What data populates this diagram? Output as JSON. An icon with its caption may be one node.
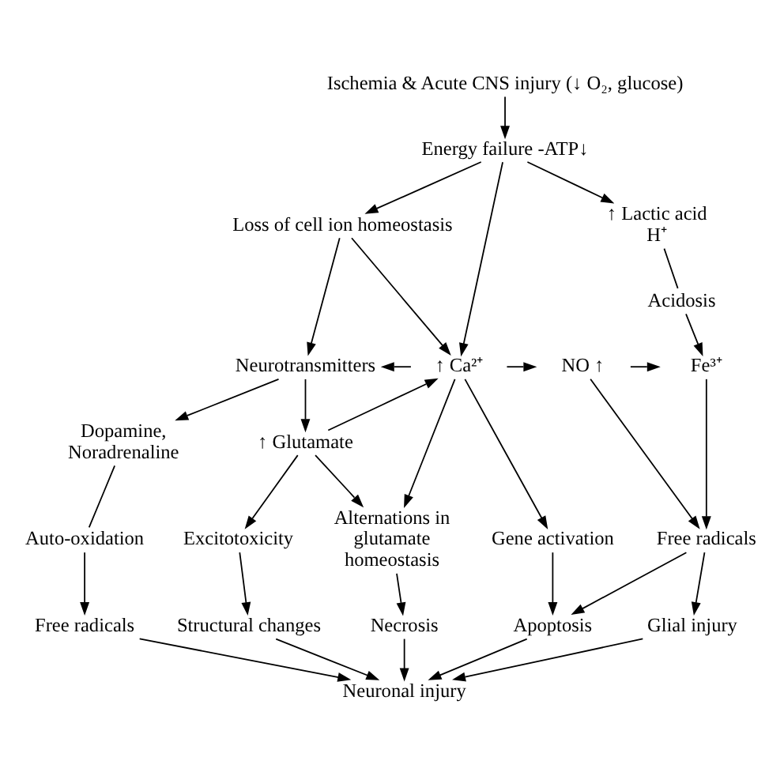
{
  "diagram": {
    "nodes": [
      {
        "text": [
          "Ischemia & Acute CNS injury (↓ O₂, glucose)"
        ]
      },
      {
        "text": [
          "Energy failure -ATP↓"
        ]
      },
      {
        "text": [
          "Loss of cell ion homeostasis"
        ]
      },
      {
        "text": [
          "↑ Lactic acid H⁺"
        ]
      },
      {
        "text": [
          "Acidosis"
        ]
      },
      {
        "text": [
          "Neurotransmitters"
        ]
      },
      {
        "text": [
          "↑ Ca²⁺"
        ]
      },
      {
        "text": [
          "NO ↑"
        ]
      },
      {
        "text": [
          "Fe³⁺"
        ]
      },
      {
        "text": [
          "Dopamine, Noradrenaline"
        ]
      },
      {
        "text": [
          "↑ Glutamate"
        ]
      },
      {
        "text": [
          "Auto-oxidation"
        ]
      },
      {
        "text": [
          "Excitotoxicity"
        ]
      },
      {
        "text": [
          "Alternations in glutamate homeostasis"
        ]
      },
      {
        "text": [
          "Gene activation"
        ]
      },
      {
        "text": [
          "Free radicals"
        ]
      },
      {
        "text": [
          "Free radicals"
        ]
      },
      {
        "text": [
          "Structural changes"
        ]
      },
      {
        "text": [
          "Necrosis"
        ]
      },
      {
        "text": [
          "Apoptosis"
        ]
      },
      {
        "text": [
          "Glial injury"
        ]
      },
      {
        "text": [
          "Neuronal injury"
        ]
      }
    ],
    "edges": [
      {
        "from": 0,
        "to": 1,
        "arrow": "to"
      },
      {
        "from": 1,
        "to": 2,
        "arrow": "to"
      },
      {
        "from": 1,
        "to": 6,
        "arrow": "to"
      },
      {
        "from": 1,
        "to": 3,
        "arrow": "to"
      },
      {
        "from": 2,
        "to": 5,
        "arrow": "to"
      },
      {
        "from": 2,
        "to": 6,
        "arrow": "to"
      },
      {
        "from": 6,
        "to": 5,
        "arrow": "to"
      },
      {
        "from": 10,
        "to": 6,
        "arrow": "to"
      },
      {
        "from": 3,
        "to": 4,
        "arrow": "none"
      },
      {
        "from": 4,
        "to": 8,
        "arrow": "to"
      },
      {
        "from": 6,
        "to": 7,
        "arrow": "to"
      },
      {
        "from": 7,
        "to": 8,
        "arrow": "to"
      },
      {
        "from": 5,
        "to": 9,
        "arrow": "to"
      },
      {
        "from": 5,
        "to": 10,
        "arrow": "to"
      },
      {
        "from": 9,
        "to": 11,
        "arrow": "none"
      },
      {
        "from": 10,
        "to": 12,
        "arrow": "to"
      },
      {
        "from": 10,
        "to": 13,
        "arrow": "to"
      },
      {
        "from": 6,
        "to": 13,
        "arrow": "to"
      },
      {
        "from": 6,
        "to": 14,
        "arrow": "to"
      },
      {
        "from": 7,
        "to": 15,
        "arrow": "to"
      },
      {
        "from": 8,
        "to": 15,
        "arrow": "to"
      },
      {
        "from": 11,
        "to": 16,
        "arrow": "to"
      },
      {
        "from": 12,
        "to": 17,
        "arrow": "to"
      },
      {
        "from": 13,
        "to": 18,
        "arrow": "to"
      },
      {
        "from": 14,
        "to": 19,
        "arrow": "to"
      },
      {
        "from": 15,
        "to": 19,
        "arrow": "to"
      },
      {
        "from": 15,
        "to": 20,
        "arrow": "to"
      },
      {
        "from": 16,
        "to": 21,
        "arrow": "to"
      },
      {
        "from": 17,
        "to": 21,
        "arrow": "to"
      },
      {
        "from": 18,
        "to": 21,
        "arrow": "to"
      },
      {
        "from": 19,
        "to": 21,
        "arrow": "to"
      },
      {
        "from": 20,
        "to": 21,
        "arrow": "to"
      }
    ]
  }
}
